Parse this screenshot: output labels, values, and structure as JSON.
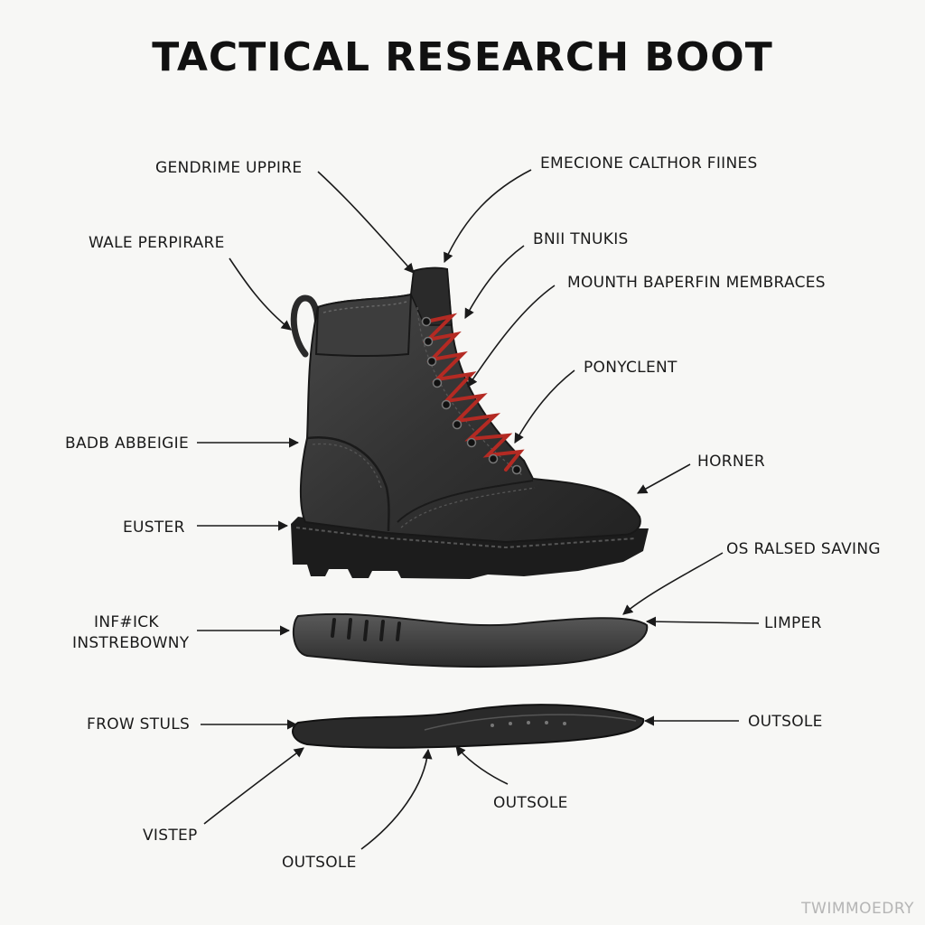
{
  "title": "TACTICAL RESEARCH BOOT",
  "labels": {
    "gendrime_uppire": "GENDRIME UPPIRE",
    "emecione_calthor_fines": "EMECIONE CALTHOR FIINES",
    "wale_perpirare": "WALE PERPIRARE",
    "bnii_tnukis": "BNII TNUKIS",
    "mounth_baperfin_membraces": "MOUNTH BAPERFIN MEMBRACES",
    "ponyclent": "PONYCLENT",
    "badb_abbeigie": "BADB ABBEIGIE",
    "horner": "HORNER",
    "euster": "EUSTER",
    "os_ralsed_saving": "OS RALSED SAVING",
    "infrick_line1": "INF#ICK",
    "infrick_line2": "INSTREBOWNY",
    "limper": "LIMPER",
    "frow_stuls": "FROW STULS",
    "outsole_right": "OUTSOLE",
    "outsole_middle": "OUTSOLE",
    "vistep": "VISTEP",
    "outsole_bottom": "OUTSOLE"
  },
  "watermark": "TWIMMOEDRY",
  "colors": {
    "background": "#f7f7f5",
    "boot_leather": "#2e2e2e",
    "laces": "#b42a23",
    "sole": "#1c1c1c"
  }
}
